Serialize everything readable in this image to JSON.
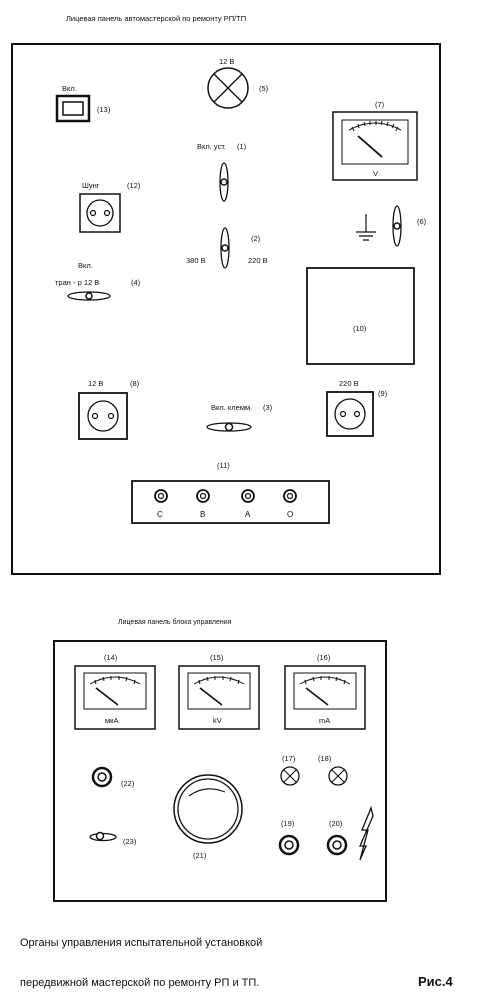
{
  "panel1": {
    "title": "Лицевая панель автомастерской  по ремонту РП/ТП",
    "switch13_label": "Вкл.",
    "n13": "(13)",
    "lamp_voltage": "12 В",
    "n5": "(5)",
    "n7": "(7)",
    "voltmeter_unit": "V",
    "switch1_label": "Вкл. уст.",
    "n1": "(1)",
    "socket12_label": "Шунг",
    "n12": "(12)",
    "ground_n6": "(6)",
    "n2": "(2)",
    "v380": "380 В",
    "v220": "220 В",
    "switch4_label1": "Вкл.",
    "switch4_label2": "тран - р  12 В",
    "n4": "(4)",
    "n10": "(10)",
    "socket8_voltage": "12 В",
    "n8": "(8)",
    "socket9_voltage": "220 В",
    "n9": "(9)",
    "switch3_label": "Вкл. клемм.",
    "n3": "(3)",
    "n11": "(11)",
    "terminals": [
      "С",
      "В",
      "А",
      "О"
    ]
  },
  "panel2": {
    "title": "Лицевая панель блока управления",
    "meters": [
      {
        "num": "(14)",
        "unit": "мкА"
      },
      {
        "num": "(15)",
        "unit": "kV"
      },
      {
        "num": "(16)",
        "unit": "mA"
      }
    ],
    "n17": "(17)",
    "n18": "(18)",
    "n19": "(19)",
    "n20": "(20)",
    "n21": "(21)",
    "n22": "(22)",
    "n23": "(23)"
  },
  "caption": {
    "line1": "Органы управления испытательной установкой",
    "line2": "передвижной мастерской по ремонту РП и ТП.",
    "fig": "Рис.4"
  }
}
